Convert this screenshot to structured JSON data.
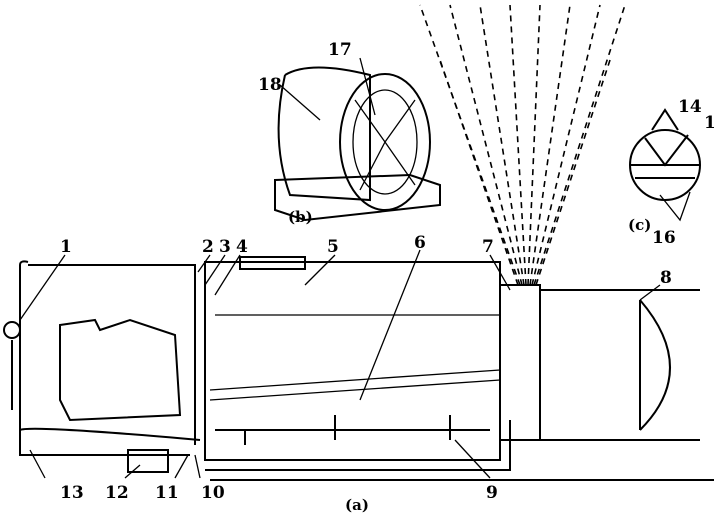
{
  "figure": {
    "captions": {
      "a": "(a)",
      "b": "(b)",
      "c": "(c)"
    },
    "labels": {
      "l1": "1",
      "l2": "2",
      "l3": "3",
      "l4": "4",
      "l5": "5",
      "l6": "6",
      "l7": "7",
      "l8": "8",
      "l9": "9",
      "l10": "10",
      "l11": "11",
      "l12": "12",
      "l13": "13",
      "l14": "14",
      "l15": "1",
      "l16": "16",
      "l17": "17",
      "l18": "18"
    }
  }
}
